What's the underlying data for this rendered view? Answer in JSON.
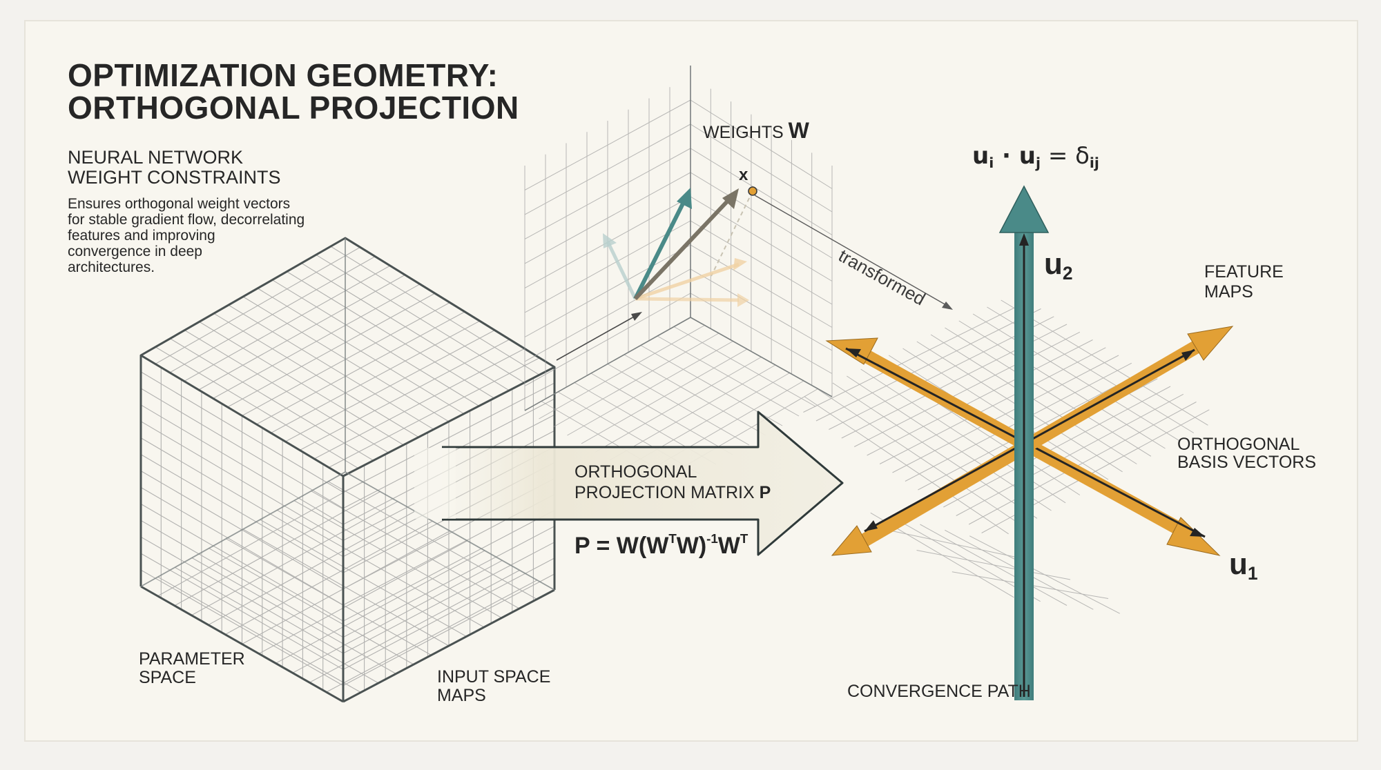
{
  "title": {
    "line1": "OPTIMIZATION GEOMETRY:",
    "line2": "ORTHOGONAL PROJECTION"
  },
  "subtitle": {
    "line1": "NEURAL NETWORK",
    "line2": "WEIGHT CONSTRAINTS"
  },
  "description": [
    "Ensures orthogonal weight vectors",
    "for stable gradient flow, decorrelating",
    "features and improving",
    "convergence in deep",
    "architectures."
  ],
  "labels": {
    "weights": "WEIGHTS",
    "weights_symbol": "W",
    "x": "x",
    "transformed": "transformed",
    "projection_title": {
      "line1": "ORTHOGONAL",
      "line2": "PROJECTION MATRIX",
      "symbol": "P"
    },
    "formula": {
      "a": "P = W(W",
      "t1": "T",
      "b": "W)",
      "inv": "-1",
      "c": "W",
      "t2": "T"
    },
    "orthonormal": {
      "u1": "u",
      "i": "i",
      "dot": " · u",
      "j": "j",
      "eq": " = δ",
      "ij": "ij"
    },
    "u2": {
      "base": "u",
      "sub": "2"
    },
    "u1": {
      "base": "u",
      "sub": "1"
    },
    "feature_maps": {
      "line1": "FEATURE",
      "line2": "MAPS"
    },
    "basis": {
      "line1": "ORTHOGONAL",
      "line2": "BASIS VECTORS"
    },
    "parameter_space": {
      "line1": "PARAMETER",
      "line2": "SPACE"
    },
    "input_space": {
      "line1": "INPUT SPACE",
      "line2": "MAPS"
    },
    "convergence": "CONVERGENCE PATH"
  },
  "colors": {
    "background": "#f3f2ee",
    "paper": "#f8f6ef",
    "teal": "#4a8a88",
    "orange": "#e2a035",
    "grid": "#8a8a8a",
    "ink": "#2f3a3a"
  }
}
